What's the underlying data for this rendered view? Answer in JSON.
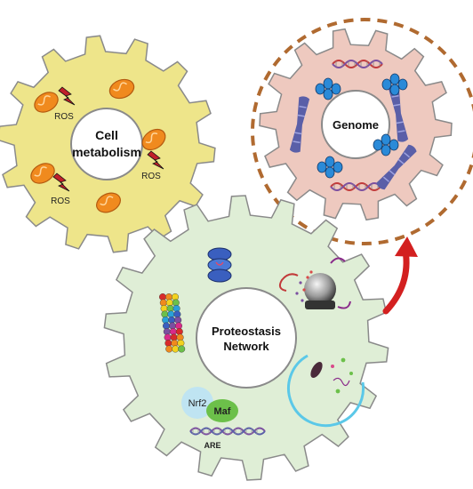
{
  "gears": {
    "metabolism": {
      "label_line1": "Cell",
      "label_line2": "metabolism",
      "fill": "#eee58a"
    },
    "genome": {
      "label": "Genome",
      "fill": "#eec9bf"
    },
    "proteostasis": {
      "label_line1": "Proteostasis",
      "label_line2": "Network",
      "fill": "#dfeed6"
    }
  },
  "ros_labels": [
    "ROS",
    "ROS",
    "ROS"
  ],
  "transcription": {
    "nrf2": "Nrf2",
    "maf": "Maf",
    "are": "ARE"
  },
  "colors": {
    "gear_stroke": "#8a8a8a",
    "dashed_circle": "#b06a30",
    "arrow": "#d32020",
    "mitochondria": "#f08a1e",
    "lightning": "#c0202a",
    "chromosome": "#5a5fa8",
    "dna": "#7b4fa0"
  }
}
